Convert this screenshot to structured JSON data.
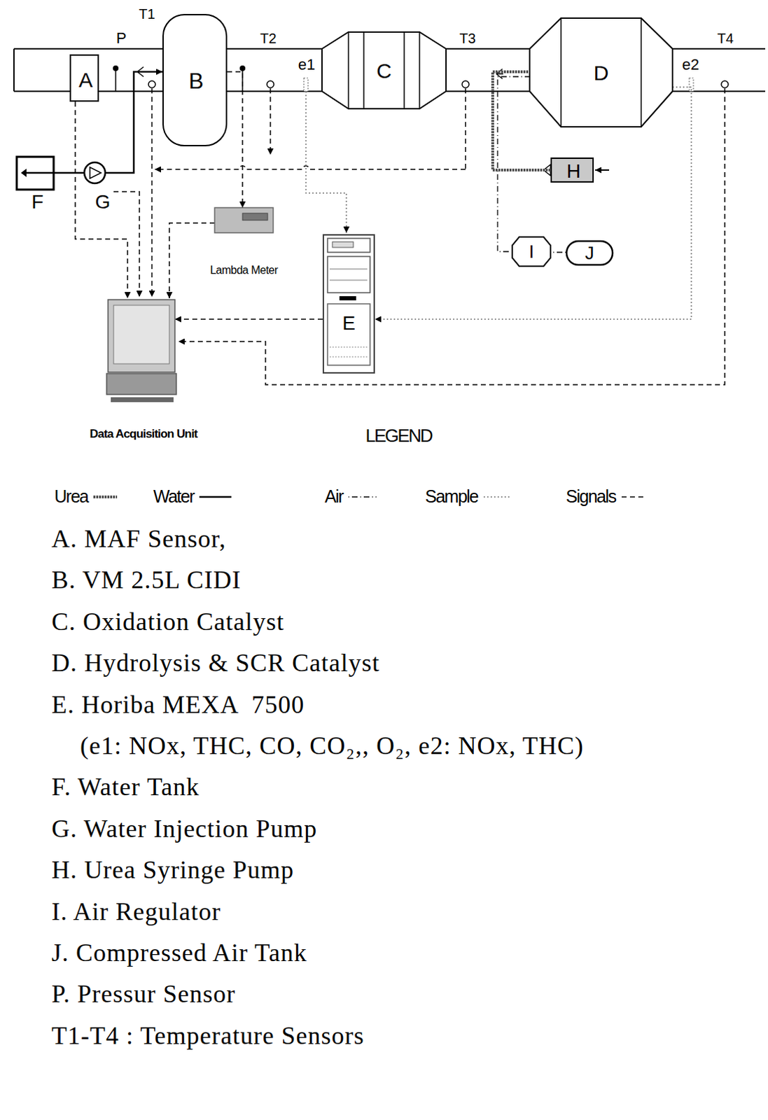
{
  "diagram": {
    "nodes": [
      {
        "text": [
          "A"
        ]
      },
      {
        "text": [
          "B"
        ]
      },
      {
        "text": [
          "C"
        ]
      },
      {
        "text": [
          "D"
        ]
      },
      {
        "text": [
          "E"
        ]
      },
      {
        "text": [
          "F"
        ]
      },
      {
        "text": [
          "G"
        ]
      },
      {
        "text": [
          "H"
        ]
      },
      {
        "text": [
          "I"
        ]
      },
      {
        "text": [
          "J"
        ]
      },
      {
        "text": [
          "Lambda Meter"
        ]
      },
      {
        "text": [
          "Data Acquisition Unit"
        ]
      }
    ],
    "edges": [
      {
        "from": 0,
        "to": 11,
        "arrow": "to"
      },
      {
        "from": 5,
        "to": 6,
        "arrow": "none"
      },
      {
        "from": 6,
        "to": 1,
        "arrow": "to"
      },
      {
        "from": 1,
        "to": 10,
        "arrow": "to"
      },
      {
        "from": 10,
        "to": 11,
        "arrow": "to"
      },
      {
        "from": 4,
        "to": 11,
        "arrow": "to"
      },
      {
        "from": 3,
        "to": 4,
        "arrow": "to"
      },
      {
        "from": 7,
        "to": 3,
        "arrow": "none"
      },
      {
        "from": 9,
        "to": 8,
        "arrow": "none"
      },
      {
        "from": 8,
        "to": 3,
        "arrow": "none"
      }
    ],
    "labels": [
      "P",
      "T1",
      "T2",
      "e1",
      "T3",
      "T4",
      "e2",
      "LEGEND",
      "A. MAF Sensor,",
      "B. VM 2.5L CIDI",
      "C. Oxidation Catalyst",
      "D. Hydrolysis & SCR Catalyst",
      "E. Horiba MEXA  7500",
      "(e1: NOx, THC, CO, CO₂,, O₂, e2: NOx, THC)",
      "F. Water Tank",
      "G. Water Injection Pump",
      "H. Urea Syringe Pump",
      "I. Air Regulator",
      "J. Compressed Air Tank",
      "P. Pressur Sensor",
      "T1-T4 : Temperature Sensors"
    ],
    "legend": [
      {
        "text": "Urea"
      },
      {
        "text": "Water"
      },
      {
        "text": "Air"
      },
      {
        "text": "Sample"
      },
      {
        "text": "Signals"
      }
    ]
  }
}
